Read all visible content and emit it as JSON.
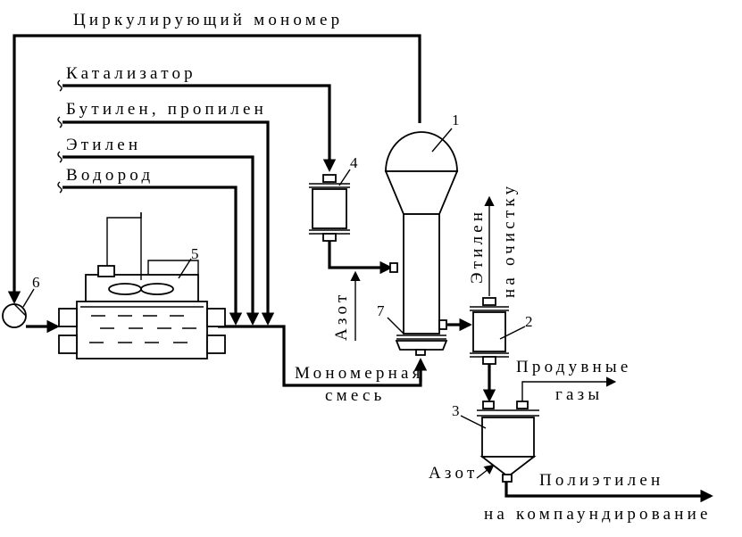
{
  "diagram": {
    "streams": {
      "circulating_monomer": "Циркулирующий мономер",
      "catalyst": "Катализатор",
      "butylene_propylene": "Бутилен, пропилен",
      "ethylene": "Этилен",
      "hydrogen": "Водород",
      "nitrogen_reactor": "Азот",
      "ethylene_cleanup_1": "Этилен",
      "ethylene_cleanup_2": "на очистку",
      "monomer_mix_1": "Мономерная",
      "monomer_mix_2": "смесь",
      "purge_gases_1": "Продувные",
      "purge_gases_2": "газы",
      "nitrogen_separator": "Азот",
      "polyethylene": "Полиэтилен",
      "compounding": "на компаундирование"
    },
    "apparatus_numbers": {
      "reactor": "1",
      "cyclone": "2",
      "separator": "3",
      "catalyst_feeder": "4",
      "cooler": "5",
      "compressor": "6",
      "distributor": "7"
    }
  }
}
